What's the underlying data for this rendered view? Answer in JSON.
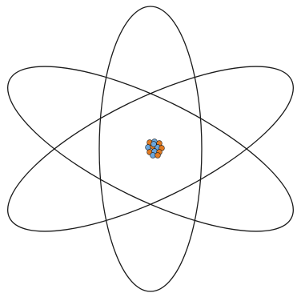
{
  "diagram": {
    "subject": "atom-model",
    "orbit_count": 3,
    "nucleus": {
      "particle_count": 13,
      "proton_color": "#e07a22",
      "neutron_color": "#6aa6dd",
      "outline_color": "#1a1a1a"
    },
    "orbit_color": "#1a1a1a",
    "background_color": "#ffffff"
  }
}
